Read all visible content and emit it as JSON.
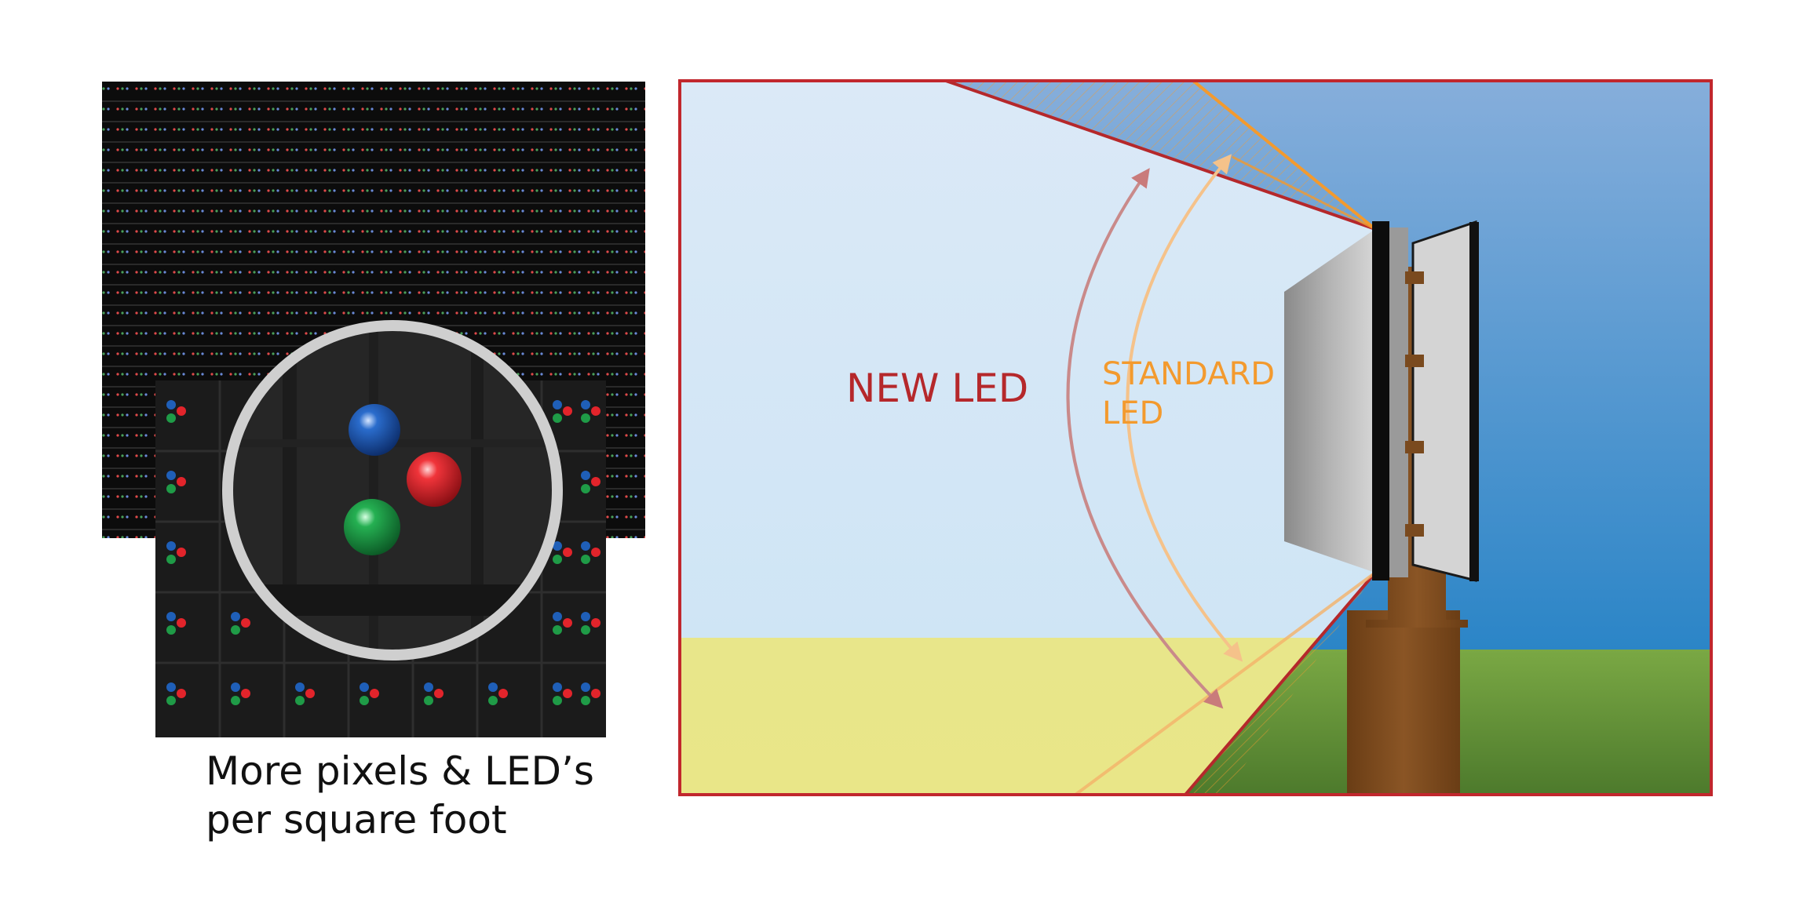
{
  "caption": {
    "line1": "More pixels & LED’s",
    "line2": "per square foot"
  },
  "diagram": {
    "new_led_label": "NEW LED",
    "standard_label_line1": "STANDARD",
    "standard_label_line2": "LED"
  },
  "colors": {
    "new_led": "#b5282b",
    "standard_led": "#f39a2e",
    "frame": "#c1272d",
    "sky_top": "#7fa9d9",
    "sky_bottom": "#2f86c8",
    "grass": "#5f8f3a",
    "pole": "#7a4a1e",
    "panel_bg": "#141414",
    "led_red": "#e2242b",
    "led_green": "#1f9b47",
    "led_blue": "#1f5fb8"
  },
  "icons": {
    "zoom": "magnifier-lens",
    "sign": "led-billboard-sign"
  }
}
